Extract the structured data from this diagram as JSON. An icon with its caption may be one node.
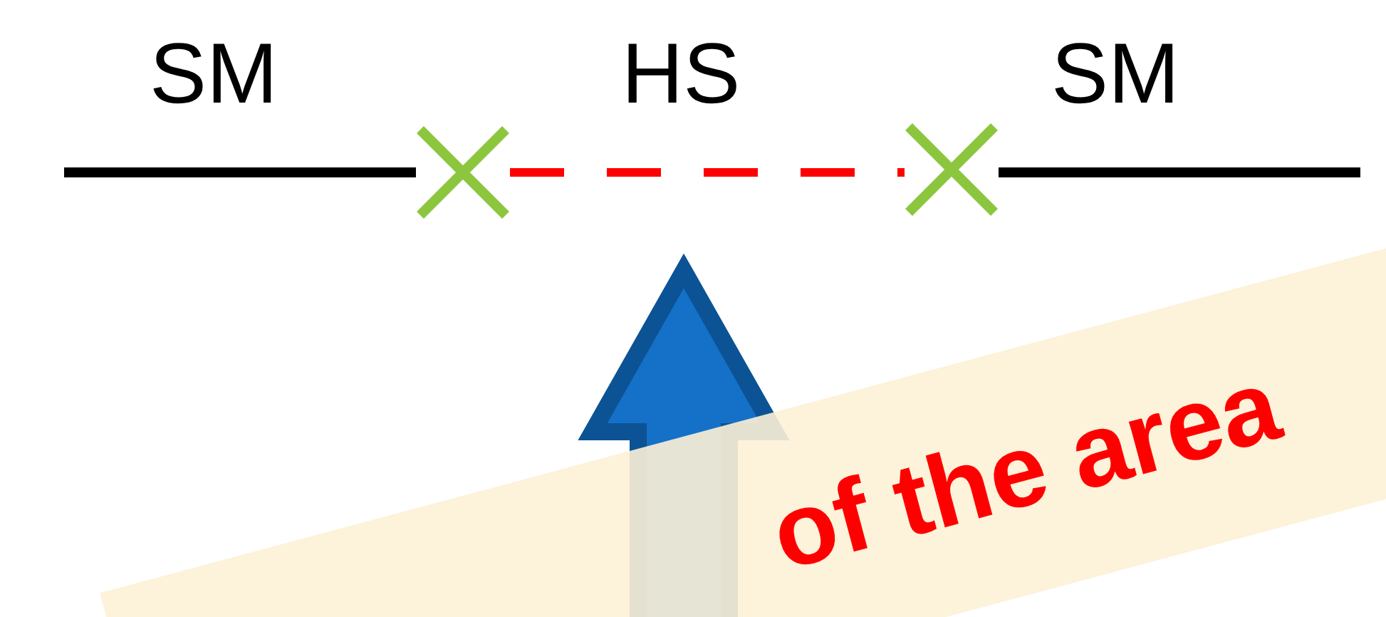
{
  "diagram": {
    "nodes": [
      {
        "text": [],
        "shape": "cross"
      },
      {
        "text": [],
        "shape": "cross"
      }
    ],
    "edges": [
      {
        "from": null,
        "to": 0,
        "arrow": "none"
      },
      {
        "from": 0,
        "to": 1,
        "arrow": "none",
        "style": "dashed",
        "color": "#ff0000"
      },
      {
        "from": 1,
        "to": null,
        "arrow": "none"
      }
    ],
    "labels": [
      "SM",
      "HS",
      "SM",
      "of the area"
    ]
  }
}
